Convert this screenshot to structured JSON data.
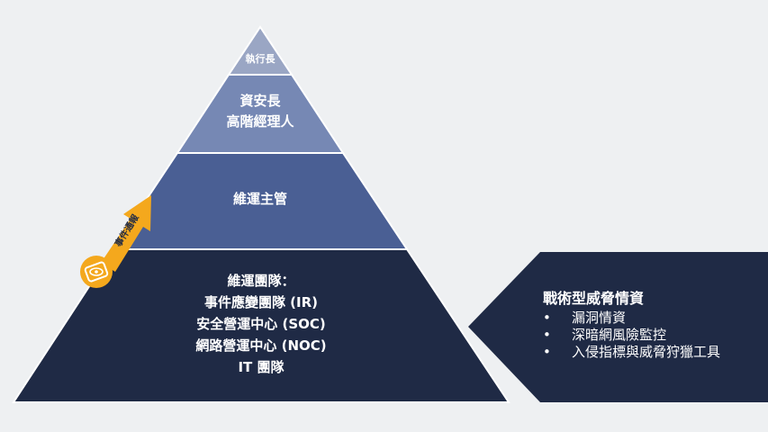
{
  "pyramid": {
    "tier1": "執行長",
    "tier2": [
      "資安長",
      "高階經理人"
    ],
    "tier3": "維運主管",
    "tier4": [
      "維運團隊：",
      "事件應變團隊 (IR)",
      "安全營運中心 (SOC)",
      "網路營運中心 (NOC)",
      "IT 團隊"
    ]
  },
  "arrow": {
    "label": "事件通報",
    "icon": "eye-camera-icon",
    "color": "#f4a81d"
  },
  "panel": {
    "title": "戰術型威脅情資",
    "bullet": "•",
    "items": [
      "漏洞情資",
      "深暗網風險監控",
      "入侵指標與威脅狩獵工具"
    ]
  },
  "colors": {
    "tier1": "#9aa6c4",
    "tier2": "#7688b4",
    "tier3": "#4a5f94",
    "tier4": "#1f2a45",
    "panel": "#1f2a45"
  }
}
